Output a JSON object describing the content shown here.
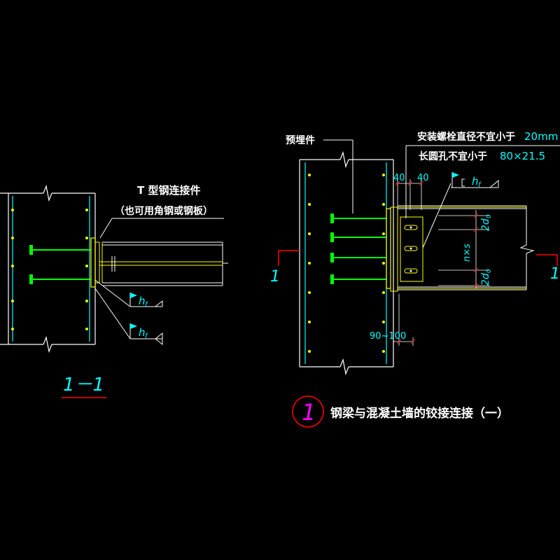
{
  "colors": {
    "background": "#000000",
    "outline": "#ffffff",
    "rebar": "#00ffff",
    "steel": "#ffff00",
    "anchor": "#00ff00",
    "section_mark": "#ff0000",
    "title_circle": "#ff0000",
    "title_number": "#ff00ff",
    "dimension": "#00ffff"
  },
  "section_view": {
    "label": "1－1",
    "tee_label": "T 型钢连接件",
    "tee_note": "（也可用角钢或钢板）",
    "weld_symbol_1": "h",
    "weld_symbol_1_sub": "f",
    "weld_symbol_2": "h",
    "weld_symbol_2_sub": "f"
  },
  "elevation_view": {
    "embedded_label": "预埋件",
    "bolt_note": "安装螺栓直径不宜小于",
    "bolt_value": "20mm",
    "slot_note": "长圆孔不宜小于",
    "slot_value": "80×21.5",
    "dim_left": "40",
    "dim_right": "40",
    "weld_symbol": "h",
    "weld_symbol_sub": "f",
    "dim_top": "2d",
    "dim_top_sub": "0",
    "dim_mid": "n×s",
    "dim_bottom": "2d",
    "dim_bottom_sub": "0",
    "dim_gap": "90~100",
    "section_mark_left": "1",
    "section_mark_right": "1"
  },
  "title": {
    "number": "1",
    "text": "钢梁与混凝土墙的铰接连接（一）"
  }
}
